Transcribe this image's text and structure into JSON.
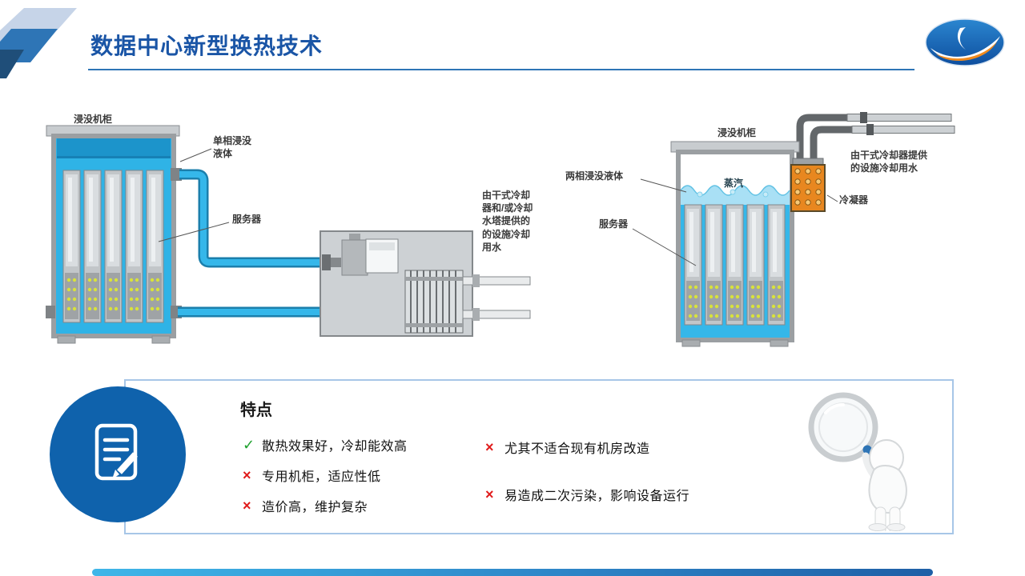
{
  "header": {
    "title": "数据中心新型换热技术"
  },
  "left_diagram": {
    "cabinet_label": "浸没机柜",
    "liquid_label": "单相浸没\n液体",
    "server_label": "服务器",
    "water_label": "由干式冷却\n器和/或冷却\n水塔提供的\n的设施冷却\n用水"
  },
  "right_diagram": {
    "cabinet_label": "浸没机柜",
    "liquid_label": "两相浸没液体",
    "server_label": "服务器",
    "vapor_label": "蒸汽",
    "condenser_label": "冷凝器",
    "water_label": "由干式冷却器提供\n的设施冷却用水"
  },
  "features": {
    "title": "特点",
    "left": [
      {
        "symbol": "✓",
        "type": "check",
        "text": "散热效果好，冷却能效高"
      },
      {
        "symbol": "×",
        "type": "cross",
        "text": "专用机柜，适应性低"
      },
      {
        "symbol": "×",
        "type": "cross",
        "text": "造价高，维护复杂"
      }
    ],
    "right": [
      {
        "symbol": "×",
        "type": "cross",
        "text": "尤其不适合现有机房改造"
      },
      {
        "symbol": "×",
        "type": "cross",
        "text": "易造成二次污染，影响设备运行"
      }
    ]
  },
  "colors": {
    "title_blue": "#1A55A6",
    "coolant_cyan": "#35B7E9",
    "condenser_orange": "#E8871F",
    "check_green": "#1FA12E",
    "cross_red": "#E01B1B",
    "panel_border": "#A7C6E7",
    "badge_blue": "#0F62AC"
  }
}
